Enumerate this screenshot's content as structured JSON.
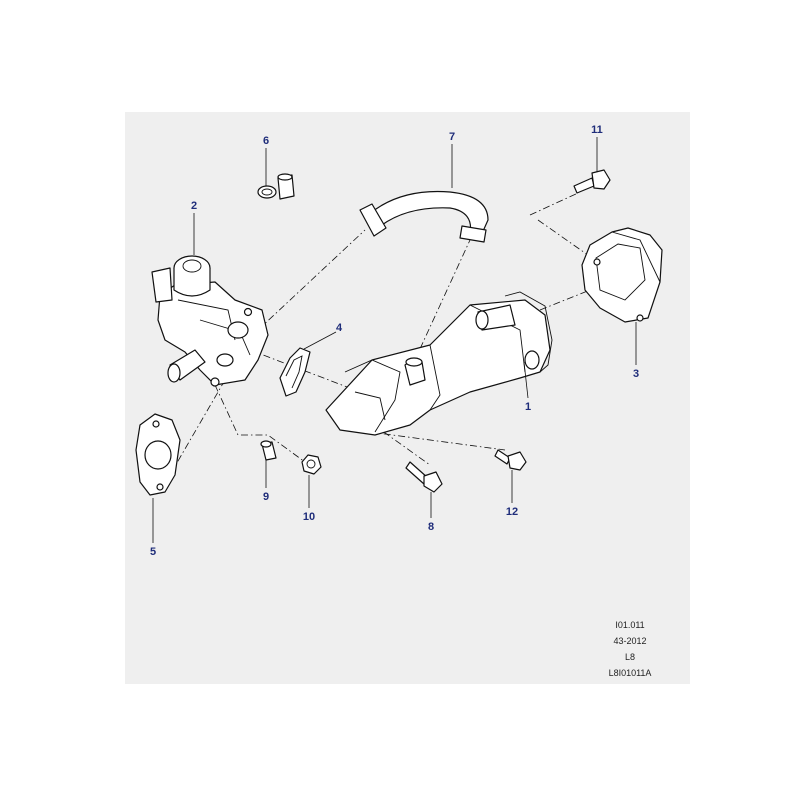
{
  "callouts": {
    "c1": "1",
    "c2": "2",
    "c3": "3",
    "c4": "4",
    "c5": "5",
    "c6": "6",
    "c7": "7",
    "c8": "8",
    "c9": "9",
    "c10": "10",
    "c11": "11",
    "c12": "12"
  },
  "reference": {
    "line1": "I01.011",
    "line2": "43-2012",
    "line3": "L8",
    "line4": "L8I01011A"
  },
  "colors": {
    "panel": "#efefef",
    "callout_text": "#1f2d7a",
    "line": "#111111"
  }
}
